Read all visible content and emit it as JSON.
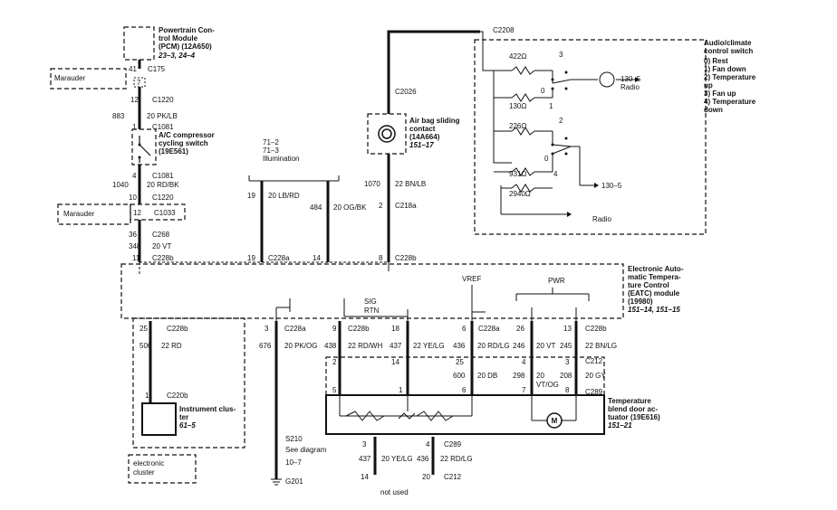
{
  "components": {
    "pcm": {
      "title_lines": [
        "Powertrain Con-",
        "trol Module",
        "(PCM) (12A650)"
      ],
      "ref": "23–3, 24–4"
    },
    "ac_switch": {
      "title_lines": [
        "A/C compressor",
        "cycling switch",
        "(19E561)"
      ]
    },
    "airbag": {
      "title_lines": [
        "Air bag sliding",
        "contact",
        "(14A664)"
      ],
      "ref": "151–17"
    },
    "audio_switch": {
      "title_lines": [
        "Audio/climate",
        "control switch"
      ],
      "positions": [
        "0)  Rest",
        "1)  Fan down",
        "2)  Temperature",
        "     up",
        "3)  Fan up",
        "4)  Temperature",
        "     down"
      ]
    },
    "eatc": {
      "title_lines": [
        "Electronic Auto-",
        "matic Tempera-",
        "ture Control",
        "(EATC) module",
        "(19980)"
      ],
      "ref": "151–14, 151–15"
    },
    "instrument_cluster": {
      "title_lines": [
        "Instrument clus-",
        "ter"
      ],
      "ref": "61–5"
    },
    "blend_door": {
      "title_lines": [
        "Temperature",
        "blend door ac-",
        "tuator (19E616)"
      ],
      "ref": "151–21"
    },
    "electronic_cluster": {
      "lines": [
        "electronic",
        "cluster"
      ]
    },
    "marauder_1": "Marauder",
    "marauder_2": "Marauder",
    "marauder_1_pin": "7"
  },
  "illumination": {
    "lines": [
      "71–2",
      "71–3",
      "Illumination"
    ]
  },
  "resistors": [
    "422Ω",
    "130Ω",
    "226Ω",
    "931Ω",
    "2940Ω"
  ],
  "switch_contacts": {
    "c3": "3",
    "c0a": "0",
    "c1": "1",
    "c2": "2",
    "c0b": "0",
    "c4": "4"
  },
  "radio_labels": {
    "radio_top": "130–5",
    "radio_top2": "Radio",
    "radio_bottom": "130–5",
    "radio_bottom2": "Radio"
  },
  "eatc_signals": {
    "sig": "SIG",
    "rtn": "RTN",
    "vref": "VREF",
    "pwr": "PWR"
  },
  "splice": {
    "name": "S210",
    "see": "See diagram",
    "ref": "10–7",
    "ground": "G201"
  },
  "not_used": "not used",
  "connectors": {
    "c175": "C175",
    "c1220a": "C1220",
    "c1081a": "C1081",
    "c1081b": "C1081",
    "c1220b": "C1220",
    "c1033": "C1033",
    "c268": "C268",
    "c228b_1": "C228b",
    "c228a_1": "C228a",
    "c228b_2": "C228b",
    "c2026": "C2026",
    "c218a": "C218a",
    "c2208": "C2208",
    "c228b_3": "C228b",
    "c220b": "C220b",
    "c228a_2": "C228a",
    "c228b_4": "C228b",
    "c228a_3": "C228a",
    "c228b_5": "C228b",
    "c212a": "C212",
    "c289a": "C289",
    "c289b": "C289",
    "c212b": "C212"
  },
  "wire_labels": {
    "p41": "41",
    "p12a": "12",
    "w883": "883",
    "w883c": "20 PK/LB",
    "p1a": "1",
    "p4a": "4",
    "w1040": "1040",
    "w1040c": "20 RD/BK",
    "p10": "10",
    "p12b": "12",
    "p36": "36",
    "w348": "348",
    "w348c": "20 VT",
    "p11": "11",
    "p19a": "19",
    "w19c": "20 LB/RD",
    "p19b": "19",
    "w484": "484",
    "w484c": "20 OG/BK",
    "p14a": "14",
    "w1070": "1070",
    "w1070c": "22 BN/LB",
    "p2a": "2",
    "p8a": "8",
    "p25a": "25",
    "w506": "506",
    "w506c": "22 RD",
    "p1b": "1",
    "p3a": "3",
    "w676": "676",
    "w676c": "20 PK/OG",
    "p9": "9",
    "w438": "438",
    "w438c": "22 RD/WH",
    "p2b": "2",
    "p5a": "5",
    "p18": "18",
    "w437": "437",
    "w437c": "22 YE/LG",
    "p14b": "14",
    "p1c": "1",
    "p6a": "6",
    "w436": "436",
    "w436c": "20 RD/LG",
    "p25b": "25",
    "w600": "600",
    "w600c": "20 DB",
    "p6b": "6",
    "p26": "26",
    "w246": "246",
    "p4b": "4",
    "w298": "298",
    "p7": "7",
    "w246c": "20 VT",
    "w298c1": "20",
    "w298c2": "VT/OG",
    "p13": "13",
    "w245": "245",
    "w245c": "22 BN/LG",
    "p3b": "3",
    "w208": "208",
    "w208c": "20 GY",
    "p8b": "8",
    "p3c": "3",
    "w437b": "437",
    "w437bc": "20 YE/LG",
    "p14c": "14",
    "p4c": "4",
    "w436b": "436",
    "w436bc": "22 RD/LG",
    "p20": "20"
  }
}
